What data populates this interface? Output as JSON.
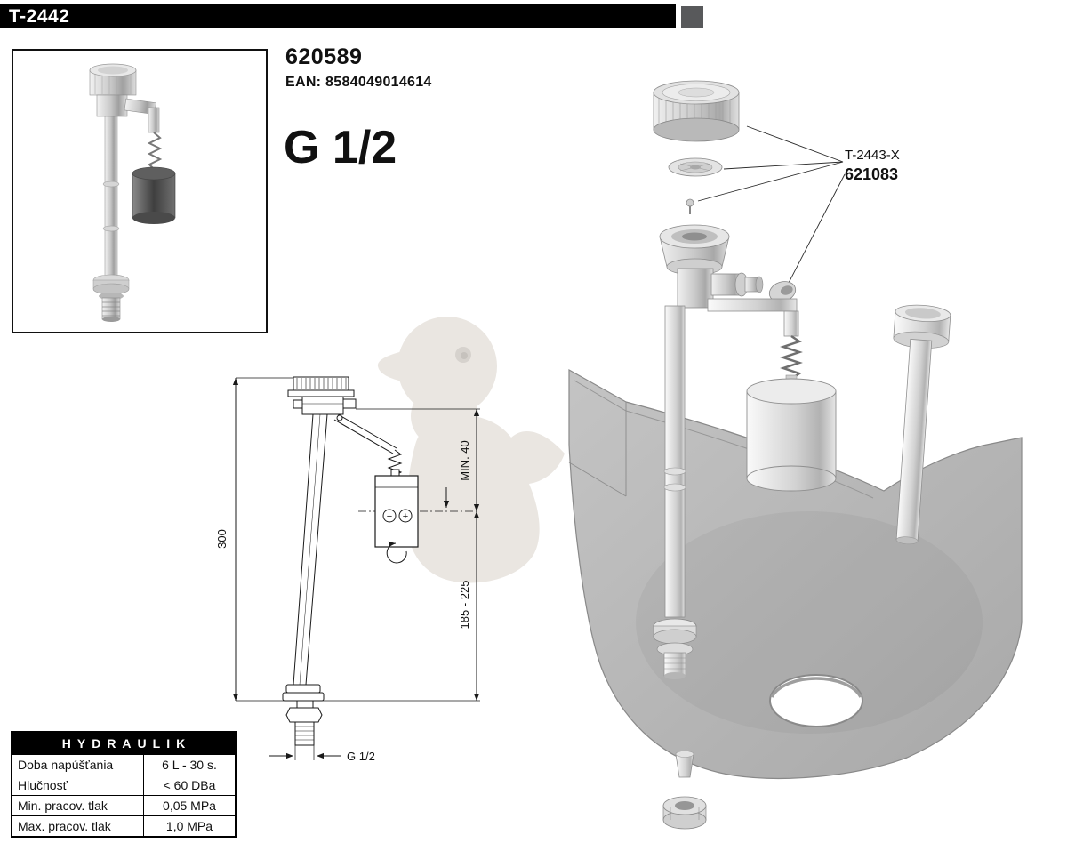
{
  "header": {
    "model": "T-2442"
  },
  "product": {
    "code": "620589",
    "ean": "EAN: 8584049014614",
    "thread": "G 1/2"
  },
  "spare_kit": {
    "ref": "T-2443-X",
    "code": "621083"
  },
  "dimensions": {
    "total_height": "300",
    "min_clearance": "MIN. 40",
    "adjust_range": "185 - 225",
    "thread": "G 1/2",
    "minus": "−",
    "plus": "+"
  },
  "spec_table": {
    "title": "HYDRAULIK",
    "rows": [
      {
        "label": "Doba napúšťania",
        "value": "6 L - 30 s."
      },
      {
        "label": "Hlučnosť",
        "value": "< 60 DBa"
      },
      {
        "label": "Min. pracov. tlak",
        "value": "0,05 MPa"
      },
      {
        "label": "Max. pracov. tlak",
        "value": "1,0 MPa"
      }
    ]
  },
  "colors": {
    "header_bg": "#000000",
    "corner_square": "#58595b",
    "watermark": "#eae6e1"
  }
}
